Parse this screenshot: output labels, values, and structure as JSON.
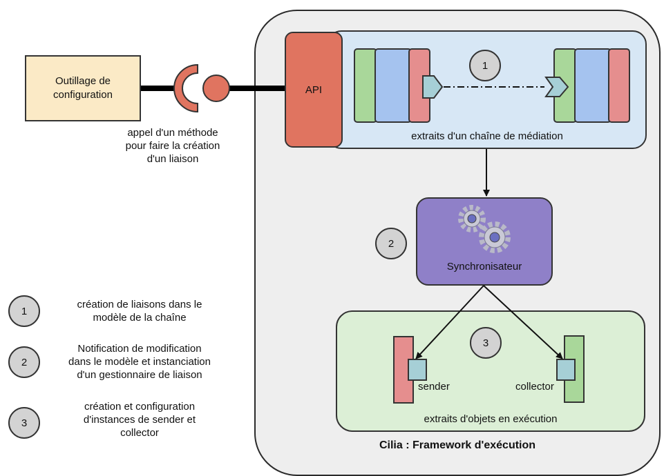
{
  "tooling": {
    "label": "Outillage  de configuration"
  },
  "api": {
    "label": "API"
  },
  "method_call_note": [
    "appel d'un méthode",
    "pour faire la création",
    "d'un liaison"
  ],
  "chain": {
    "caption": "extraits d'un chaîne de médiation",
    "step": "1"
  },
  "synchroniser": {
    "label": "Synchronisateur",
    "step": "2"
  },
  "runtime": {
    "caption": "extraits d'objets en exécution",
    "step": "3",
    "sender": "sender",
    "collector": "collector"
  },
  "framework": {
    "title": "Cilia : Framework d'exécution"
  },
  "legend": [
    {
      "num": "1",
      "lines": [
        "création de liaisons dans le",
        "modèle de la chaîne"
      ]
    },
    {
      "num": "2",
      "lines": [
        "Notification de modification",
        "dans le modèle et instanciation",
        "d'un gestionnaire de liaison"
      ]
    },
    {
      "num": "3",
      "lines": [
        "création et configuration",
        "d'instances de sender et",
        "collector"
      ]
    }
  ],
  "colors": {
    "framework_bg": "#eeeeee",
    "api": "#e07460",
    "chain_panel": "#d7e7f5",
    "synchroniser": "#8f80c8",
    "runtime_panel": "#dcefd6",
    "tooling": "#fbeac6"
  },
  "icons": [
    "gear-icon"
  ]
}
